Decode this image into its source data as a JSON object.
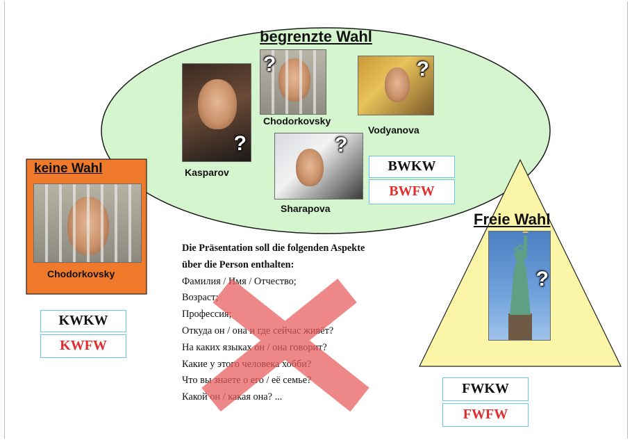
{
  "titles": {
    "center": "begrenzte Wahl",
    "left": "keine Wahl",
    "right": "Freie Wahl"
  },
  "people": {
    "kasparov": "Kasparov",
    "chodorkovsky_center": "Chodorkovsky",
    "vodyanova": "Vodyanova",
    "sharapova": "Sharapova",
    "chodorkovsky_left": "Chodorkovsky"
  },
  "question_mark": "?",
  "codes": {
    "center": [
      "BWKW",
      "BWFW"
    ],
    "left": [
      "KWKW",
      "KWFW"
    ],
    "right": [
      "FWKW",
      "FWFW"
    ]
  },
  "instructions": {
    "header_lines": [
      "Die Präsentation soll die folgenden Aspekte",
      "über die Person enthalten:"
    ],
    "items": [
      "Фамилия / Имя / Отчество;",
      "Возраст;",
      "Профессия;",
      "Откуда он / она и где сейчас живёт?",
      "На каких языках он / она говорит?",
      "Какие у этого человека хобби?",
      "Что вы знаете о его / её семье?",
      "Какой он / какая она?  ..."
    ]
  },
  "colors": {
    "ellipse_fill": "#d5f5cf",
    "left_box_fill": "#f07a2b",
    "triangle_fill": "#fbf5a7",
    "cross": "#e85a5a",
    "code_border": "#68c7e8",
    "code_red": "#e02d2d"
  }
}
